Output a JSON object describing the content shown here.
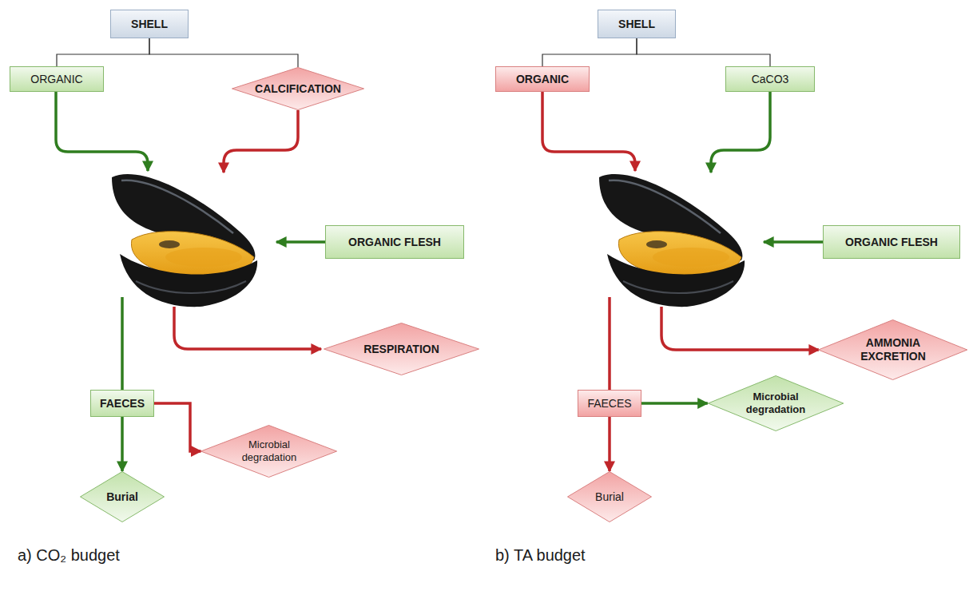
{
  "diagram": {
    "nodes": [
      {
        "text": [
          "SHELL"
        ]
      },
      {
        "text": [
          "ORGANIC"
        ]
      },
      {
        "text": [
          "CALCIFICATION"
        ]
      },
      {
        "text": [
          "ORGANIC FLESH"
        ]
      },
      {
        "text": [
          "RESPIRATION"
        ]
      },
      {
        "text": [
          "FAECES"
        ]
      },
      {
        "text": [
          "Microbial degradation"
        ]
      },
      {
        "text": [
          "Burial"
        ]
      },
      {
        "text": [
          "SHELL"
        ]
      },
      {
        "text": [
          "ORGANIC"
        ]
      },
      {
        "text": [
          "CaCO3"
        ]
      },
      {
        "text": [
          "ORGANIC FLESH"
        ]
      },
      {
        "text": [
          "AMMONIA EXCRETION"
        ]
      },
      {
        "text": [
          "FAECES"
        ]
      },
      {
        "text": [
          "Microbial degradation"
        ]
      },
      {
        "text": [
          "Burial"
        ]
      }
    ],
    "edges": [
      {
        "from": 0,
        "to": 1,
        "arrow": "none"
      },
      {
        "from": 0,
        "to": 2,
        "arrow": "none"
      },
      {
        "from": 5,
        "to": 6,
        "arrow": "to"
      },
      {
        "from": 5,
        "to": 7,
        "arrow": "to"
      },
      {
        "from": 8,
        "to": 9,
        "arrow": "none"
      },
      {
        "from": 8,
        "to": 10,
        "arrow": "none"
      },
      {
        "from": 13,
        "to": 14,
        "arrow": "to"
      },
      {
        "from": 13,
        "to": 15,
        "arrow": "to"
      }
    ],
    "labels": [
      "a) CO₂ budget",
      "b) TA budget"
    ]
  }
}
